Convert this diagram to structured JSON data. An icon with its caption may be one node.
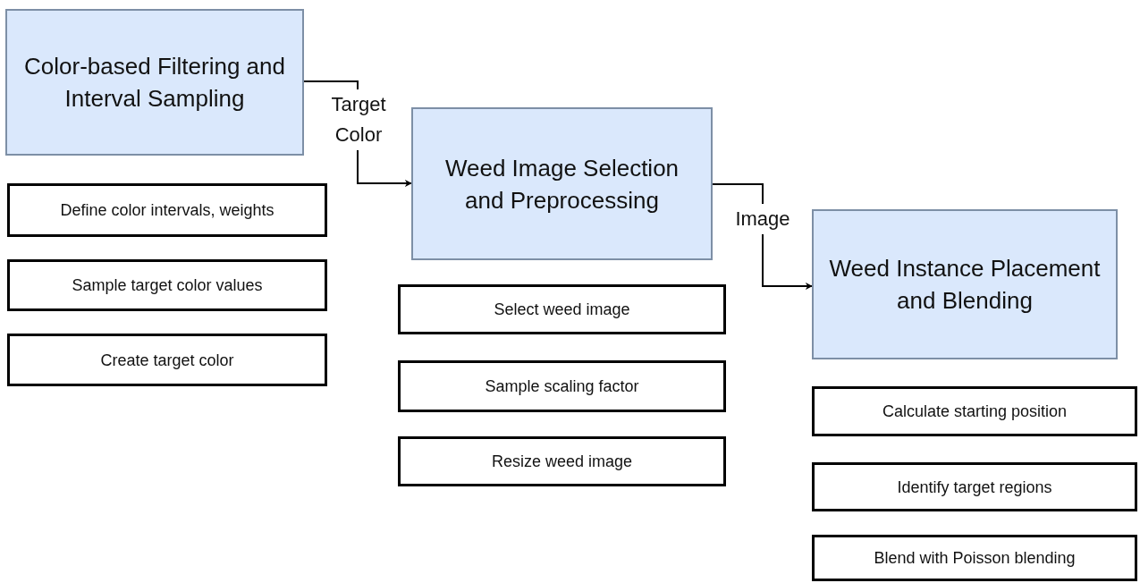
{
  "diagram": {
    "nodes": [
      {
        "text": [
          "Color-based Filtering and Interval Sampling"
        ]
      },
      {
        "text": [
          "Define color intervals, weights"
        ]
      },
      {
        "text": [
          "Sample target color values"
        ]
      },
      {
        "text": [
          "Create target color"
        ]
      },
      {
        "text": [
          "Weed Image Selection and Preprocessing"
        ]
      },
      {
        "text": [
          "Select weed image"
        ]
      },
      {
        "text": [
          "Sample scaling factor"
        ]
      },
      {
        "text": [
          "Resize weed image"
        ]
      },
      {
        "text": [
          "Weed Instance Placement and Blending"
        ]
      },
      {
        "text": [
          "Calculate starting position"
        ]
      },
      {
        "text": [
          "Identify target regions"
        ]
      },
      {
        "text": [
          "Blend with Poisson blending"
        ]
      }
    ],
    "edges": [
      {
        "from": 0,
        "to": 4,
        "arrow": "to",
        "label": "Target Color"
      },
      {
        "from": 4,
        "to": 8,
        "arrow": "to",
        "label": "Image"
      }
    ]
  }
}
